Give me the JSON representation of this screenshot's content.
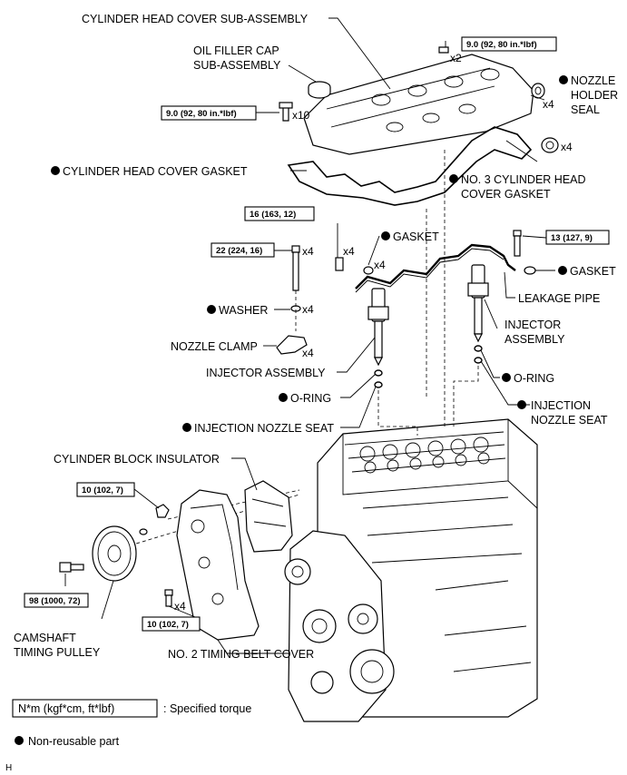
{
  "labels": {
    "cylinder_head_cover": "CYLINDER HEAD COVER SUB-ASSEMBLY",
    "oil_filler_cap_1": "OIL FILLER CAP",
    "oil_filler_cap_2": "SUB-ASSEMBLY",
    "nozzle_holder_seal_1": "NOZZLE",
    "nozzle_holder_seal_2": "HOLDER",
    "nozzle_holder_seal_3": "SEAL",
    "cylinder_head_cover_gasket": "CYLINDER HEAD COVER GASKET",
    "no3_gasket_1": "NO. 3 CYLINDER HEAD",
    "no3_gasket_2": "COVER GASKET",
    "gasket_a": "GASKET",
    "gasket_b": "GASKET",
    "leakage_pipe": "LEAKAGE PIPE",
    "washer": "WASHER",
    "injector_assembly_r1": "INJECTOR",
    "injector_assembly_r2": "ASSEMBLY",
    "nozzle_clamp": "NOZZLE CLAMP",
    "injector_assembly_l": "INJECTOR ASSEMBLY",
    "o_ring_r": "O-RING",
    "o_ring_l": "O-RING",
    "injection_nozzle_seat_r1": "INJECTION",
    "injection_nozzle_seat_r2": "NOZZLE SEAT",
    "injection_nozzle_seat_l": "INJECTION NOZZLE SEAT",
    "cylinder_block_insulator": "CYLINDER BLOCK INSULATOR",
    "camshaft_pulley_1": "CAMSHAFT",
    "camshaft_pulley_2": "TIMING PULLEY",
    "no2_timing_belt_cover": "NO. 2 TIMING BELT COVER"
  },
  "torques": {
    "head_cover_top": "9.0 (92, 80 in.*lbf)",
    "head_cover_left": "9.0 (92, 80 in.*lbf)",
    "leak_pipe_union": "16 (163, 12)",
    "clamp_bolt": "22 (224, 16)",
    "leak_pipe_bolt": "13 (127, 9)",
    "insulator_nut": "10 (102, 7)",
    "pulley_bolt": "98 (1000, 72)",
    "cover_bolt": "10 (102, 7)"
  },
  "quantities": {
    "head_cover_top": "x2",
    "head_cover_left": "x10",
    "nozzle_holder_seal": "x4",
    "no3_gasket": "x4",
    "leak_pipe_union": "x4",
    "gasket_a": "x4",
    "clamp_bolt": "x4",
    "washer": "x4",
    "nozzle_clamp": "x4",
    "cover_bolt": "x4"
  },
  "legend": {
    "torque_unit": "N*m (kgf*cm, ft*lbf)",
    "torque_desc": ": Specified torque",
    "non_reusable": "Non-reusable part",
    "corner": "H"
  }
}
